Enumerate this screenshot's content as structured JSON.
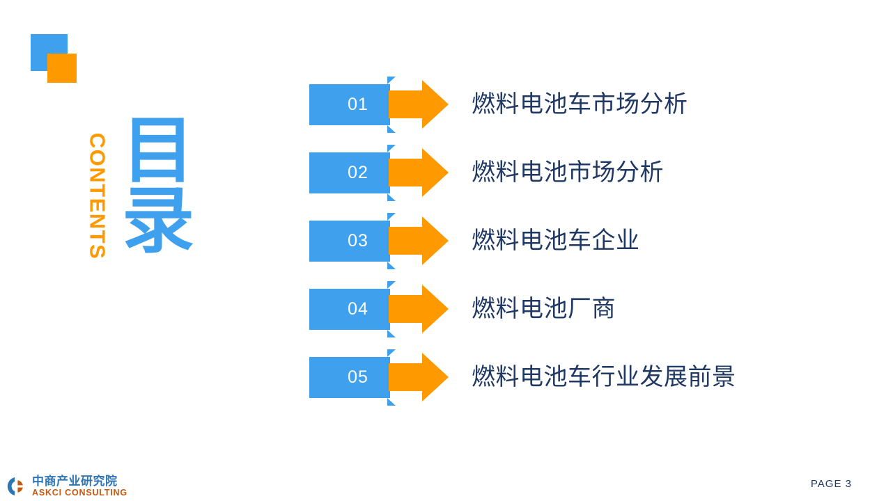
{
  "slide": {
    "type": "table-of-contents",
    "background_color": "#FFFFFF"
  },
  "theme": {
    "blue": "#3FA0EE",
    "orange": "#FF9900",
    "text_navy": "#1F3864",
    "logo_blue": "#2E75B6",
    "logo_orange": "#C55A11"
  },
  "decor": {
    "square_blue_name": "blue-square",
    "square_orange_name": "orange-square"
  },
  "heading": {
    "vertical_label": "CONTENTS",
    "title_line1": "目",
    "title_line2": "录"
  },
  "contents": {
    "items": [
      {
        "number": "01",
        "label": "燃料电池车市场分析"
      },
      {
        "number": "02",
        "label": "燃料电池市场分析"
      },
      {
        "number": "03",
        "label": "燃料电池车企业"
      },
      {
        "number": "04",
        "label": "燃料电池厂商"
      },
      {
        "number": "05",
        "label": "燃料电池车行业发展前景"
      }
    ]
  },
  "footer": {
    "logo_cn": "中商产业研究院",
    "logo_en": "ASKCI CONSULTING",
    "page_label": "PAGE  3"
  }
}
